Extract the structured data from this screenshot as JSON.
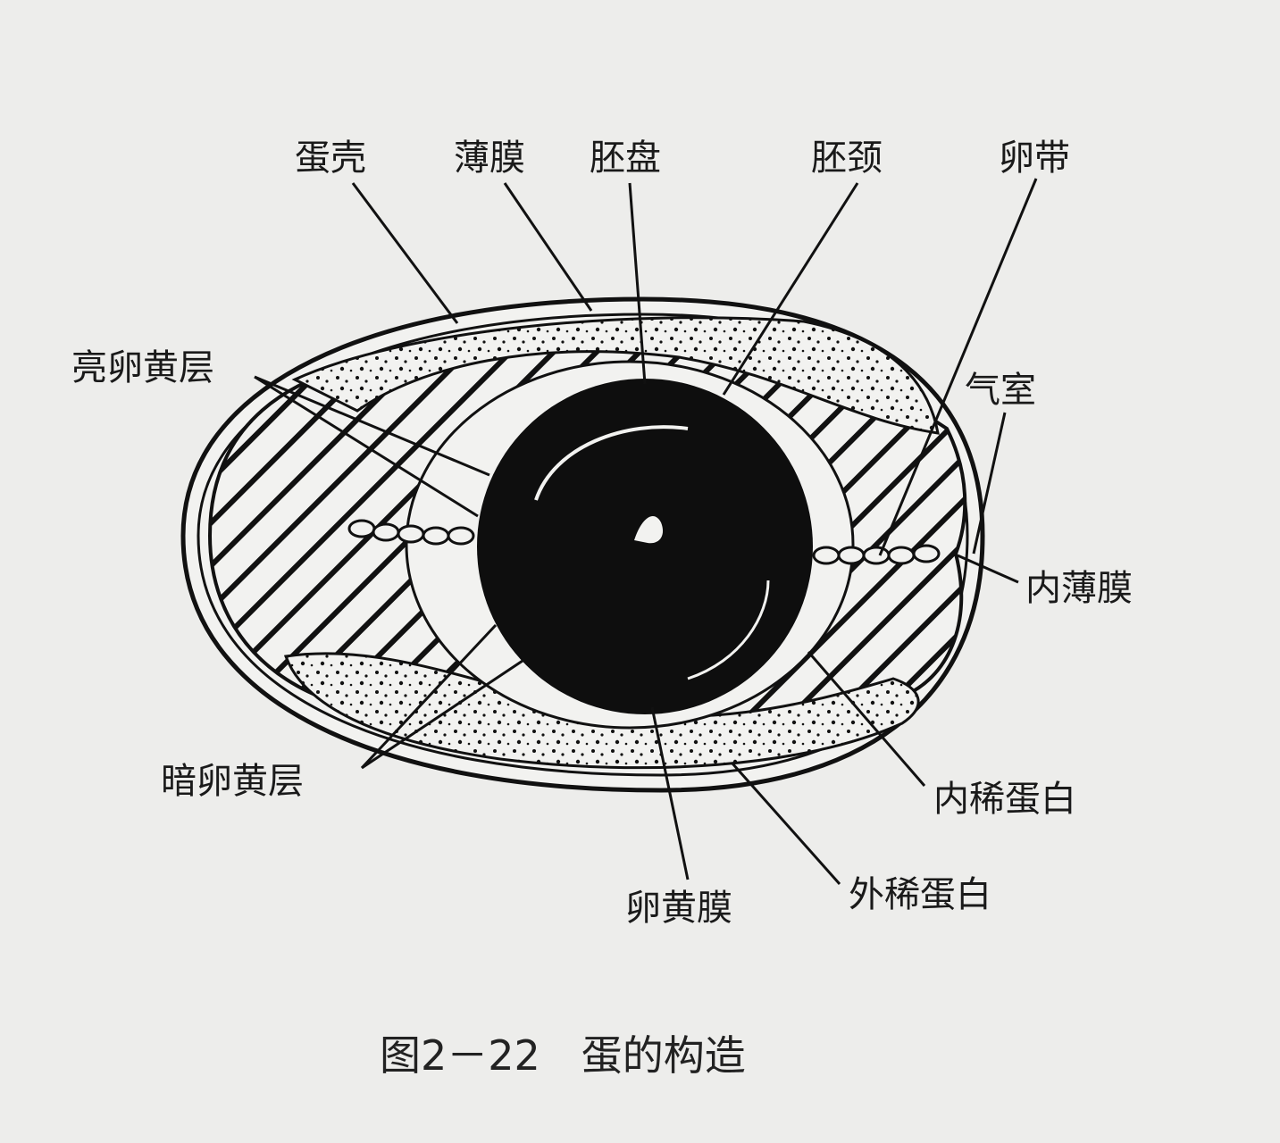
{
  "figure": {
    "caption": "图2－22　蛋的构造",
    "labels": {
      "shell": "蛋壳",
      "membrane": "薄膜",
      "blastodisc": "胚盘",
      "neck": "胚颈",
      "chalaza": "卵带",
      "light_yolk": "亮卵黄层",
      "air_cell": "气室",
      "inner_membrane": "内薄膜",
      "dark_yolk": "暗卵黄层",
      "inner_thin_white": "内稀蛋白",
      "outer_thin_white": "外稀蛋白",
      "vitelline_membrane": "卵黄膜"
    }
  }
}
